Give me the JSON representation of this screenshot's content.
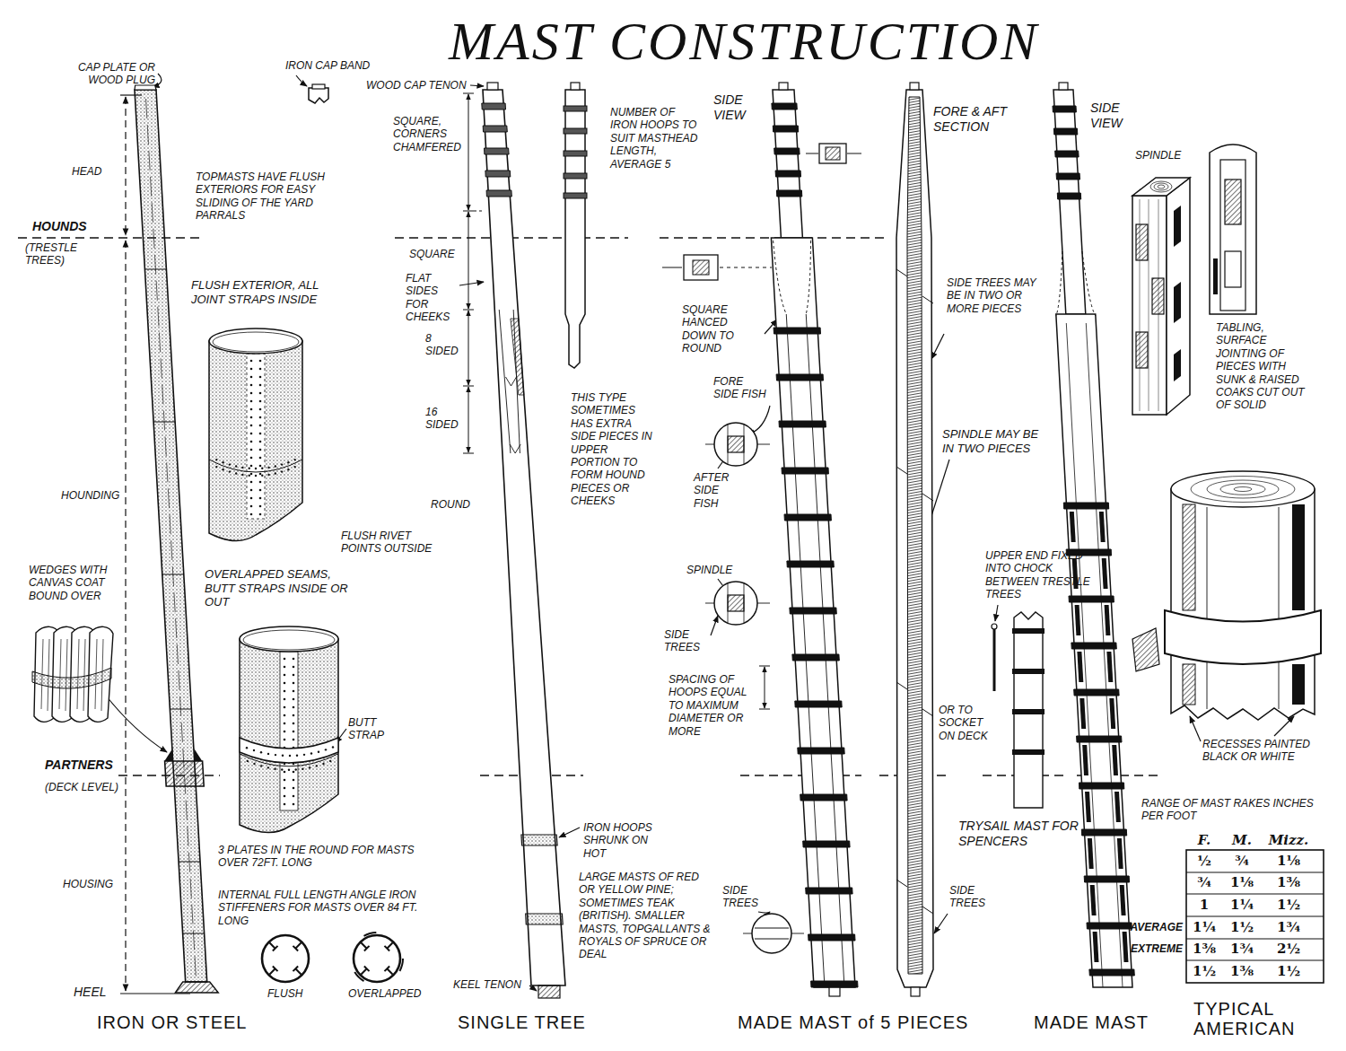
{
  "diagram": {
    "title": "MAST CONSTRUCTION",
    "labels": [
      "CAP PLATE OR WOOD PLUG",
      "IRON CAP BAND",
      "HEAD",
      "TOPMASTS HAVE FLUSH EXTERIORS FOR EASY SLIDING OF THE YARD PARRALS",
      "HOUNDS",
      "(TRESTLE TREES)",
      "FLUSH EXTERIOR, ALL JOINT STRAPS INSIDE",
      "HOUNDING",
      "FLUSH RIVET POINTS OUTSIDE",
      "WEDGES WITH CANVAS COAT BOUND OVER",
      "OVERLAPPED SEAMS, BUTT STRAPS INSIDE OR OUT",
      "BUTT STRAP",
      "PARTNERS",
      "(DECK LEVEL)",
      "3 PLATES IN THE ROUND FOR MASTS OVER 72FT. LONG",
      "HOUSING",
      "INTERNAL FULL LENGTH ANGLE IRON STIFFENERS FOR MASTS OVER 84 FT. LONG",
      "HEEL",
      "FLUSH",
      "OVERLAPPED",
      "IRON OR STEEL",
      "WOOD CAP TENON",
      "SQUARE, CORNERS CHAMFERED",
      "NUMBER OF IRON HOOPS TO SUIT MASTHEAD LENGTH, AVERAGE 5",
      "SQUARE",
      "FLAT SIDES FOR CHEEKS",
      "8 SIDED",
      "16 SIDED",
      "THIS TYPE SOMETIMES HAS EXTRA SIDE PIECES IN UPPER PORTION TO FORM HOUND PIECES OR CHEEKS",
      "ROUND",
      "IRON HOOPS SHRUNK ON HOT",
      "LARGE MASTS OF RED OR YELLOW PINE; SOMETIMES TEAK (BRITISH). SMALLER MASTS, TOPGALLANTS & ROYALS OF SPRUCE OR DEAL",
      "KEEL TENON",
      "SINGLE TREE",
      "SIDE VIEW",
      "SQUARE HANCED DOWN TO ROUND",
      "FORE SIDE FISH",
      "AFTER SIDE FISH",
      "SPINDLE",
      "SIDE TREES",
      "SPACING OF HOOPS EQUAL TO MAXIMUM DIAMETER OR MORE",
      "SIDE TREES",
      "MADE MAST of 5 PIECES",
      "FORE & AFT SECTION",
      "SIDE TREES MAY BE IN TWO OR MORE PIECES",
      "SPINDLE MAY BE IN TWO PIECES",
      "UPPER END FIXED INTO CHOCK BETWEEN TRESTLE TREES",
      "OR TO SOCKET ON DECK",
      "TRYSAIL MAST FOR SPENCERS",
      "SIDE TREES",
      "SIDE VIEW",
      "SPINDLE",
      "TABLING, SURFACE JOINTING OF PIECES WITH SUNK & RAISED COAKS CUT OUT OF SOLID",
      "RECESSES PAINTED BLACK OR WHITE",
      "RANGE OF MAST RAKES INCHES PER FOOT",
      "MADE MAST",
      "TYPICAL AMERICAN",
      "F.",
      "M.",
      "Mizz.",
      "½",
      "¾",
      "1⅛",
      "¾",
      "1⅛",
      "1⅜",
      "1",
      "1¼",
      "1½",
      "AVERAGE",
      "1¼",
      "1½",
      "1¾",
      "EXTREME",
      "1⅜",
      "1¾",
      "2½",
      "1½",
      "1⅜",
      "1½"
    ]
  }
}
